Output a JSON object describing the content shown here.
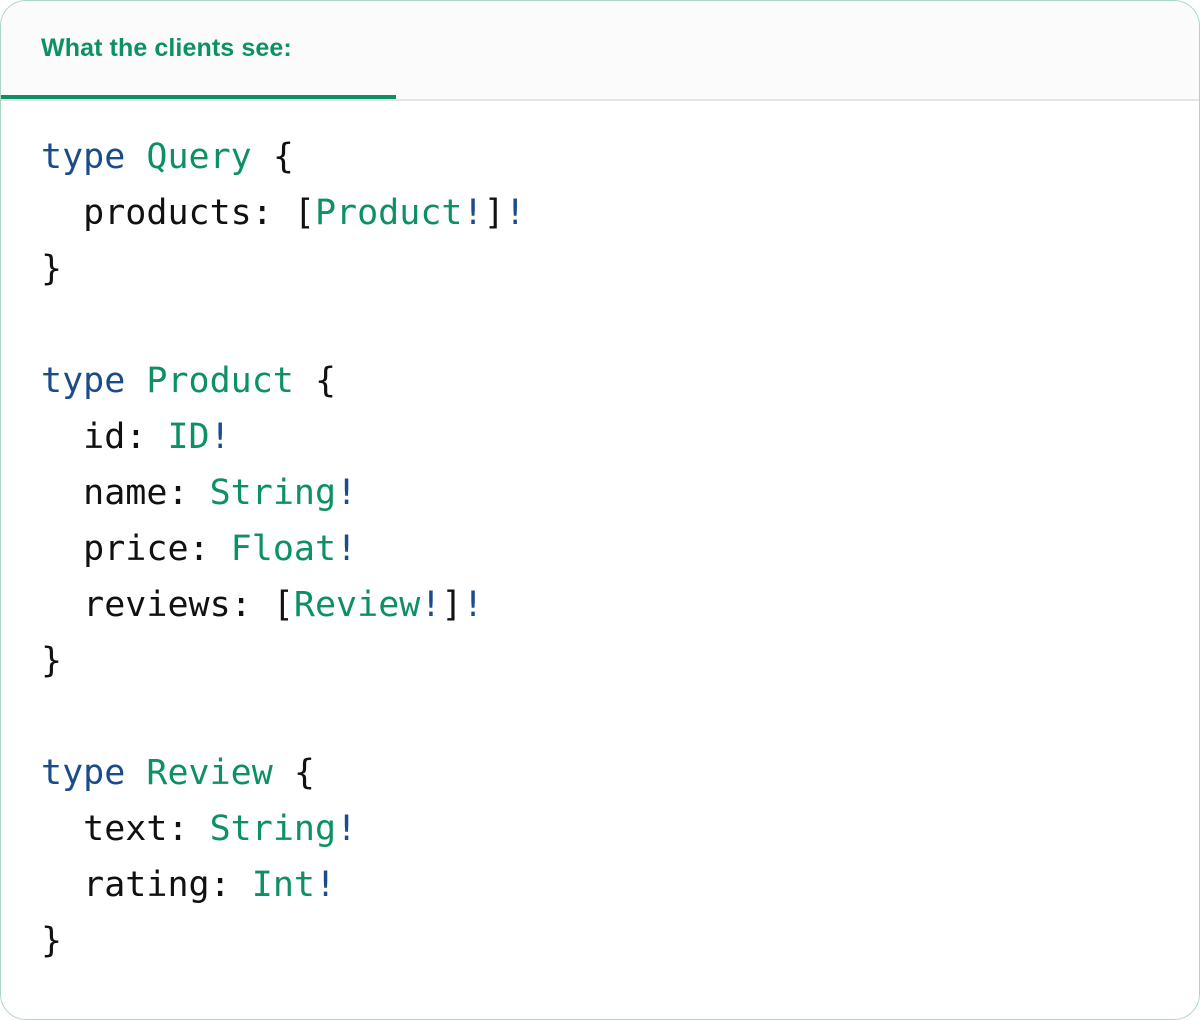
{
  "card": {
    "border_color": "#a9d8c2",
    "background": "#ffffff"
  },
  "header": {
    "tab_label": "What the clients see:",
    "accent_color": "#0e9067",
    "background": "#fbfbfb",
    "divider_color": "#e4e4e4"
  },
  "code": {
    "language": "graphql",
    "colors": {
      "keyword": "#1a4c8b",
      "type_name": "#0e9067",
      "non_null_bang": "#1a4c8b",
      "punctuation": "#111111",
      "field_name": "#111111"
    },
    "lines": [
      {
        "id": "line-1",
        "tokens": [
          {
            "t": "type",
            "c": "keyword"
          },
          {
            "t": " ",
            "c": "plain"
          },
          {
            "t": "Query",
            "c": "type"
          },
          {
            "t": " ",
            "c": "plain"
          },
          {
            "t": "{",
            "c": "punct"
          }
        ]
      },
      {
        "id": "line-2",
        "tokens": [
          {
            "t": "  ",
            "c": "plain"
          },
          {
            "t": "products",
            "c": "field"
          },
          {
            "t": ": ",
            "c": "punct"
          },
          {
            "t": "[",
            "c": "punct"
          },
          {
            "t": "Product",
            "c": "type"
          },
          {
            "t": "!",
            "c": "bang"
          },
          {
            "t": "]",
            "c": "punct"
          },
          {
            "t": "!",
            "c": "bang"
          }
        ]
      },
      {
        "id": "line-3",
        "tokens": [
          {
            "t": "}",
            "c": "punct"
          }
        ]
      },
      {
        "id": "line-4",
        "tokens": []
      },
      {
        "id": "line-5",
        "tokens": [
          {
            "t": "type",
            "c": "keyword"
          },
          {
            "t": " ",
            "c": "plain"
          },
          {
            "t": "Product",
            "c": "type"
          },
          {
            "t": " ",
            "c": "plain"
          },
          {
            "t": "{",
            "c": "punct"
          }
        ]
      },
      {
        "id": "line-6",
        "tokens": [
          {
            "t": "  ",
            "c": "plain"
          },
          {
            "t": "id",
            "c": "field"
          },
          {
            "t": ": ",
            "c": "punct"
          },
          {
            "t": "ID",
            "c": "type"
          },
          {
            "t": "!",
            "c": "bang"
          }
        ]
      },
      {
        "id": "line-7",
        "tokens": [
          {
            "t": "  ",
            "c": "plain"
          },
          {
            "t": "name",
            "c": "field"
          },
          {
            "t": ": ",
            "c": "punct"
          },
          {
            "t": "String",
            "c": "type"
          },
          {
            "t": "!",
            "c": "bang"
          }
        ]
      },
      {
        "id": "line-8",
        "tokens": [
          {
            "t": "  ",
            "c": "plain"
          },
          {
            "t": "price",
            "c": "field"
          },
          {
            "t": ": ",
            "c": "punct"
          },
          {
            "t": "Float",
            "c": "type"
          },
          {
            "t": "!",
            "c": "bang"
          }
        ]
      },
      {
        "id": "line-9",
        "tokens": [
          {
            "t": "  ",
            "c": "plain"
          },
          {
            "t": "reviews",
            "c": "field"
          },
          {
            "t": ": ",
            "c": "punct"
          },
          {
            "t": "[",
            "c": "punct"
          },
          {
            "t": "Review",
            "c": "type"
          },
          {
            "t": "!",
            "c": "bang"
          },
          {
            "t": "]",
            "c": "punct"
          },
          {
            "t": "!",
            "c": "bang"
          }
        ]
      },
      {
        "id": "line-10",
        "tokens": [
          {
            "t": "}",
            "c": "punct"
          }
        ]
      },
      {
        "id": "line-11",
        "tokens": []
      },
      {
        "id": "line-12",
        "tokens": [
          {
            "t": "type",
            "c": "keyword"
          },
          {
            "t": " ",
            "c": "plain"
          },
          {
            "t": "Review",
            "c": "type"
          },
          {
            "t": " ",
            "c": "plain"
          },
          {
            "t": "{",
            "c": "punct"
          }
        ]
      },
      {
        "id": "line-13",
        "tokens": [
          {
            "t": "  ",
            "c": "plain"
          },
          {
            "t": "text",
            "c": "field"
          },
          {
            "t": ": ",
            "c": "punct"
          },
          {
            "t": "String",
            "c": "type"
          },
          {
            "t": "!",
            "c": "bang"
          }
        ]
      },
      {
        "id": "line-14",
        "tokens": [
          {
            "t": "  ",
            "c": "plain"
          },
          {
            "t": "rating",
            "c": "field"
          },
          {
            "t": ": ",
            "c": "punct"
          },
          {
            "t": "Int",
            "c": "type"
          },
          {
            "t": "!",
            "c": "bang"
          }
        ]
      },
      {
        "id": "line-15",
        "tokens": [
          {
            "t": "}",
            "c": "punct"
          }
        ]
      }
    ]
  }
}
